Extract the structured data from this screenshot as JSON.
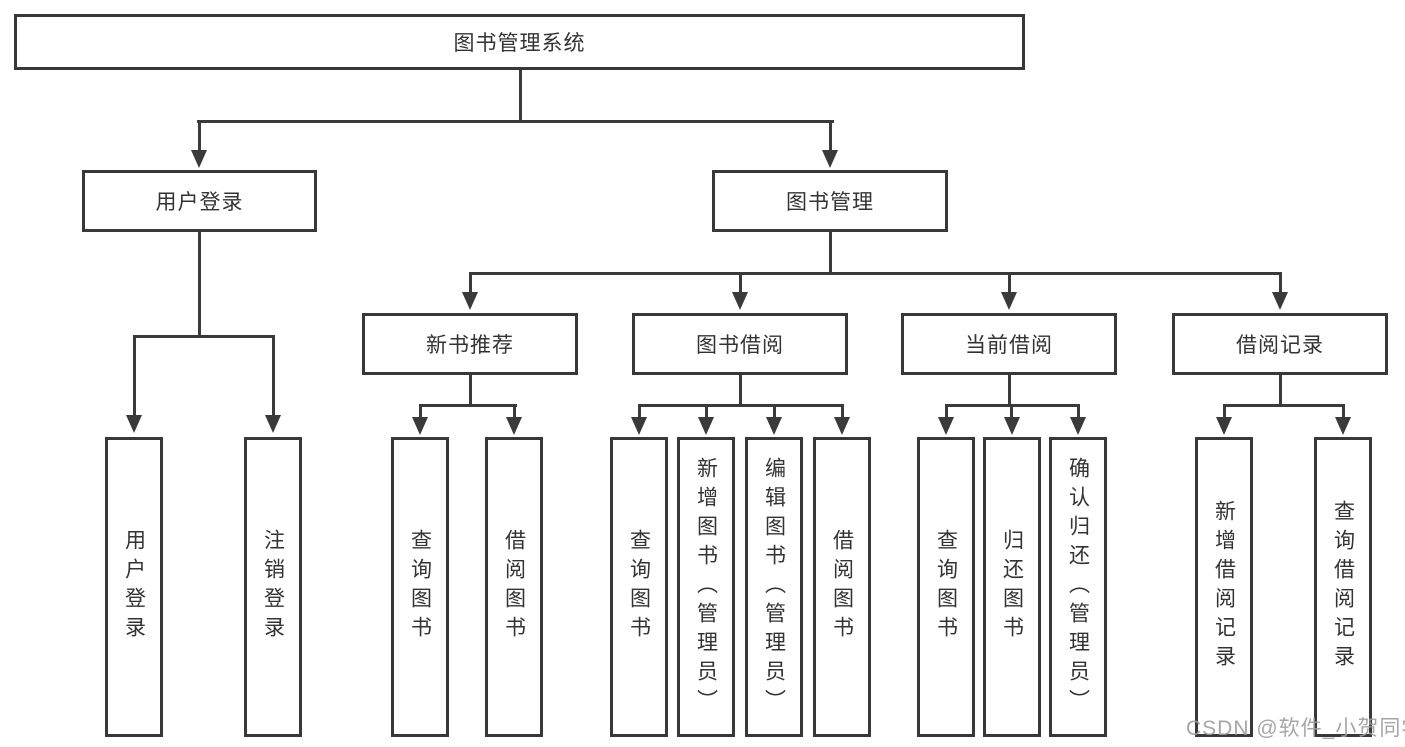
{
  "diagram_type": "functional-structure-chart",
  "colors": {
    "background": "#ffffff",
    "box_border": "#383838",
    "line": "#3a3a3a",
    "text": "#333333",
    "watermark": "#9e9e9e"
  },
  "tree": {
    "root": "图书管理系统",
    "children": [
      {
        "label": "用户登录",
        "children": [
          "用户登录",
          "注销登录"
        ]
      },
      {
        "label": "图书管理",
        "children": [
          {
            "label": "新书推荐",
            "children": [
              "查询图书",
              "借阅图书"
            ]
          },
          {
            "label": "图书借阅",
            "children": [
              "查询图书",
              "新增图书（管理员）",
              "编辑图书（管理员）",
              "借阅图书"
            ]
          },
          {
            "label": "当前借阅",
            "children": [
              "查询图书",
              "归还图书",
              "确认归还（管理员）"
            ]
          },
          {
            "label": "借阅记录",
            "children": [
              "新增借阅记录",
              "查询借阅记录"
            ]
          }
        ]
      }
    ]
  },
  "watermark": "CSDN @软件_小贺同学"
}
